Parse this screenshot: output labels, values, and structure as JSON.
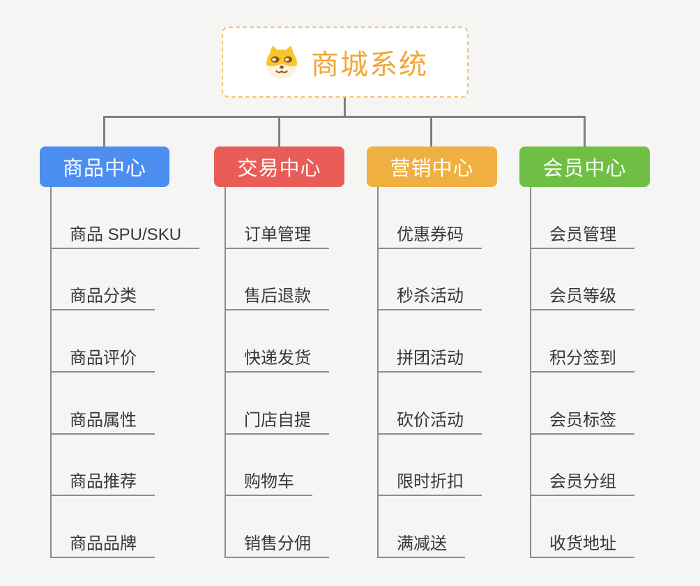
{
  "background": "#f5f5f4",
  "connector_color": "#7f7f7f",
  "underline_color": "#8c8c8c",
  "root": {
    "label": "商城系统",
    "icon": "shiba-dog-icon",
    "text_color": "#f0a73a",
    "border_color": "#f6c46a",
    "fill": "#ffffff"
  },
  "branches": [
    {
      "label": "商品中心",
      "color": "#4c8ef0",
      "text_color": "#ffffff",
      "children": [
        "商品 SPU/SKU",
        "商品分类",
        "商品评价",
        "商品属性",
        "商品推荐",
        "商品品牌"
      ]
    },
    {
      "label": "交易中心",
      "color": "#e95d58",
      "text_color": "#ffffff",
      "children": [
        "订单管理",
        "售后退款",
        "快递发货",
        "门店自提",
        "购物车",
        "销售分佣"
      ]
    },
    {
      "label": "营销中心",
      "color": "#efaf41",
      "text_color": "#ffffff",
      "children": [
        "优惠券码",
        "秒杀活动",
        "拼团活动",
        "砍价活动",
        "限时折扣",
        "满减送"
      ]
    },
    {
      "label": "会员中心",
      "color": "#6fbf45",
      "text_color": "#ffffff",
      "children": [
        "会员管理",
        "会员等级",
        "积分签到",
        "会员标签",
        "会员分组",
        "收货地址"
      ]
    }
  ]
}
